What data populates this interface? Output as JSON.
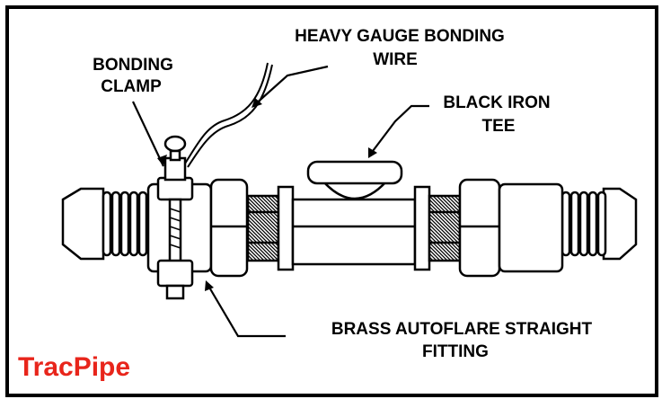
{
  "labels": {
    "bonding_clamp": [
      "BONDING",
      "CLAMP"
    ],
    "wire": [
      "HEAVY GAUGE BONDING",
      "WIRE"
    ],
    "tee": [
      "BLACK IRON",
      "TEE"
    ],
    "fitting": [
      "BRASS AUTOFLARE STRAIGHT",
      "FITTING"
    ]
  },
  "brand": {
    "name": "TracPipe",
    "color": "#e8251b"
  }
}
